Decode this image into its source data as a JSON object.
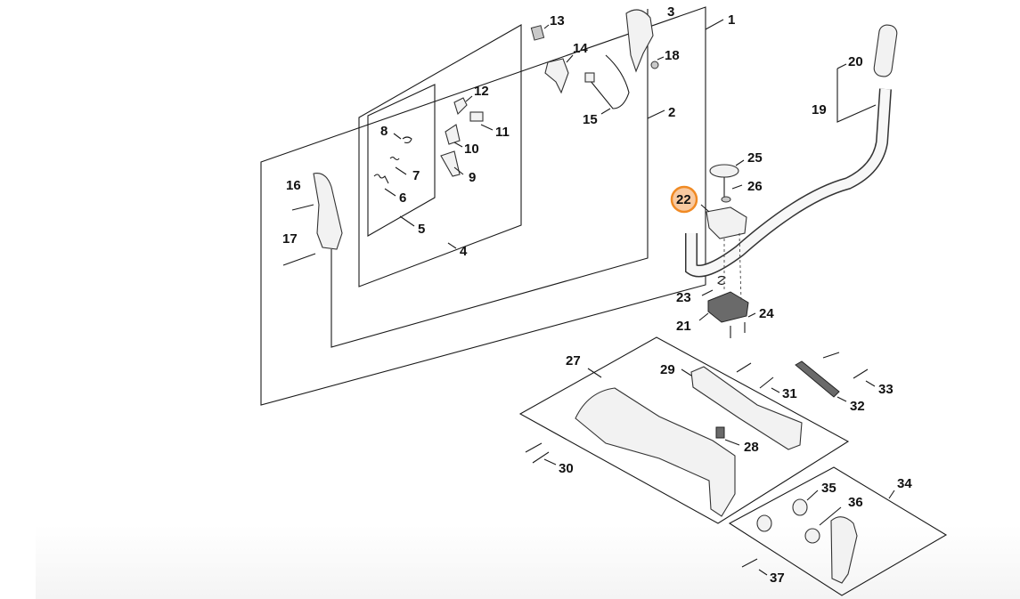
{
  "diagram": {
    "highlight_color": "#f08a24",
    "highlighted_part": "22",
    "callouts": {
      "p1": "1",
      "p2": "2",
      "p3": "3",
      "p4": "4",
      "p5": "5",
      "p6": "6",
      "p7": "7",
      "p8": "8",
      "p9": "9",
      "p10": "10",
      "p11": "11",
      "p12": "12",
      "p13": "13",
      "p14": "14",
      "p15": "15",
      "p16": "16",
      "p17": "17",
      "p18": "18",
      "p19": "19",
      "p20": "20",
      "p21": "21",
      "p22": "22",
      "p23": "23",
      "p24": "24",
      "p25": "25",
      "p26": "26",
      "p27": "27",
      "p28": "28",
      "p29": "29",
      "p30": "30",
      "p31": "31",
      "p32": "32",
      "p33": "33",
      "p34": "34",
      "p35": "35",
      "p36": "36",
      "p37": "37"
    }
  }
}
